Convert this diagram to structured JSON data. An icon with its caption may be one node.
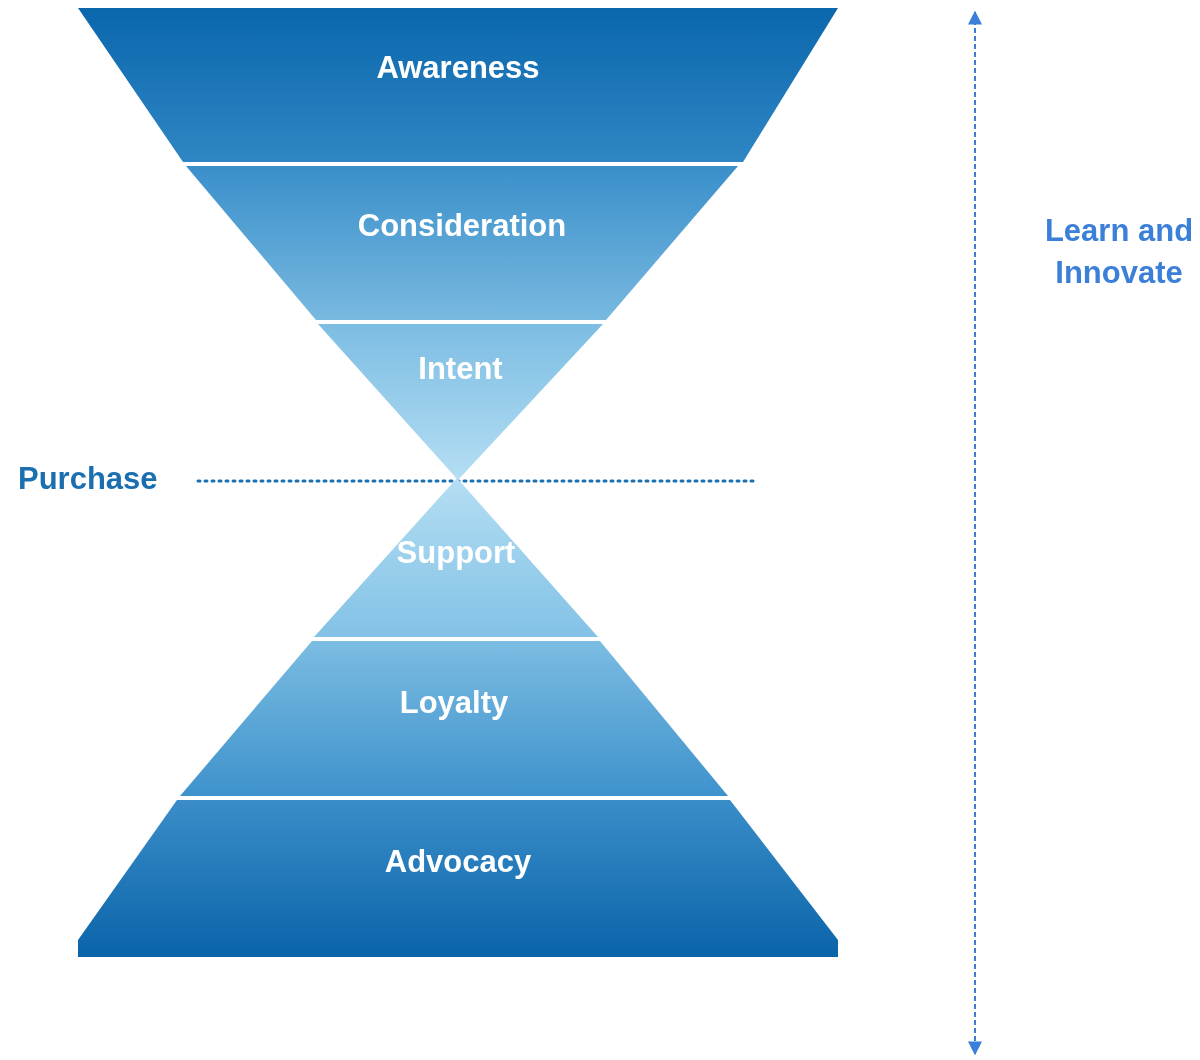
{
  "diagram": {
    "nodes": [
      {
        "text": [
          "Awareness"
        ]
      },
      {
        "text": [
          "Consideration"
        ]
      },
      {
        "text": [
          "Intent"
        ]
      },
      {
        "text": [
          "Support"
        ]
      },
      {
        "text": [
          "Loyalty"
        ]
      },
      {
        "text": [
          "Advocacy"
        ]
      }
    ],
    "labels": [
      "Purchase",
      "Learn and Innovate"
    ]
  }
}
